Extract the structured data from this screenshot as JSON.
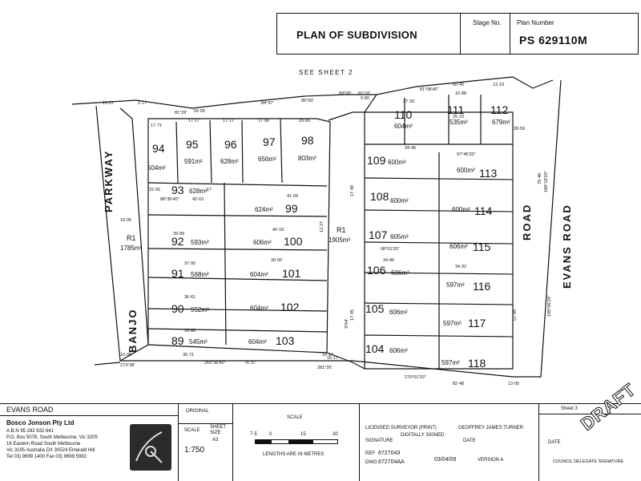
{
  "header": {
    "title": "PLAN OF SUBDIVISION",
    "stage_label": "Stage No.",
    "plan_number_label": "Plan Number",
    "plan_number": "PS 629110M",
    "see_sheet": "SEE SHEET 2"
  },
  "roads": {
    "parkway": "PARKWAY",
    "banjo": "BANJO",
    "road": "ROAD",
    "evans_road": "EVANS ROAD"
  },
  "reserves": [
    {
      "name": "R1",
      "area": "1785m²"
    },
    {
      "name": "R1",
      "area": "1905m²"
    }
  ],
  "lots": [
    {
      "n": "94",
      "area": "504m²"
    },
    {
      "n": "95",
      "area": "591m²"
    },
    {
      "n": "96",
      "area": "628m²"
    },
    {
      "n": "97",
      "area": "656m²"
    },
    {
      "n": "98",
      "area": "803m²"
    },
    {
      "n": "93",
      "area": "628m²"
    },
    {
      "n": "99",
      "area": "624m²"
    },
    {
      "n": "92",
      "area": "593m²"
    },
    {
      "n": "100",
      "area": "606m²"
    },
    {
      "n": "91",
      "area": "568m²"
    },
    {
      "n": "101",
      "area": "604m²"
    },
    {
      "n": "90",
      "area": "552m²"
    },
    {
      "n": "102",
      "area": "604m²"
    },
    {
      "n": "89",
      "area": "545m²"
    },
    {
      "n": "103",
      "area": "604m²"
    },
    {
      "n": "110",
      "area": "604m²"
    },
    {
      "n": "111",
      "area": "535m²"
    },
    {
      "n": "112",
      "area": "679m²"
    },
    {
      "n": "109",
      "area": "600m²"
    },
    {
      "n": "113",
      "area": "600m²"
    },
    {
      "n": "108",
      "area": "600m²"
    },
    {
      "n": "114",
      "area": "600m²"
    },
    {
      "n": "107",
      "area": "605m²"
    },
    {
      "n": "115",
      "area": "606m²"
    },
    {
      "n": "106",
      "area": "606m²"
    },
    {
      "n": "116",
      "area": "597m²"
    },
    {
      "n": "105",
      "area": "606m²"
    },
    {
      "n": "117",
      "area": "597m²"
    },
    {
      "n": "104",
      "area": "606m²"
    },
    {
      "n": "118",
      "area": "597m²"
    }
  ],
  "dims": {
    "d1": "15·07",
    "d2": "2·17",
    "d3": "81°29'",
    "d4": "52·05",
    "d5": "84°37'",
    "d6": "89°00'",
    "d7": "89°00'",
    "d8": "81°10'",
    "d9": "9·80",
    "d10": "81°08'40\"",
    "d11": "60·40",
    "d12": "13·19",
    "d13": "17·71",
    "d14": "17·17",
    "d15": "17·17",
    "d16": "17·06",
    "d17": "20·65",
    "d18": "27·33",
    "d19": "10·88",
    "d20": "25·23",
    "d21": "28·59",
    "d22": "88°36'40\"",
    "d23": "42·63",
    "d24": "41·59",
    "d25": "39·89",
    "d26": "40·18",
    "d27": "39·60",
    "d28": "37·95",
    "d29": "36·61",
    "d30": "35·86",
    "d31": "35·71",
    "d32": "15·05",
    "d33": "15·05",
    "d34": "273°38'",
    "d35": "260°36'40\"",
    "d36": "76·37",
    "d37": "16·17",
    "d38": "281°26'",
    "d39": "270°01'20\"",
    "d40": "82·48",
    "d41": "13·05",
    "d42": "97°46'20\"",
    "d43": "34·46",
    "d44": "98°01'20\"",
    "d45": "34·86",
    "d46": "34·32",
    "d47": "79·48",
    "d48": "188°18'20\"",
    "d49": "57·49",
    "d50": "188°06'20\"",
    "d51": "15·55",
    "d52": "17",
    "d53": "17·40",
    "d54": "17·45",
    "d55": "3°04'",
    "d56": "12·27",
    "d57": "16·17"
  },
  "footer": {
    "road_name": "EVANS ROAD",
    "company": "Bosco Jonson Pty Ltd",
    "abn": "A.B.N 95 282 632 641",
    "po_box": "P.O. Box 5078, South Melbourne, Vic 3205",
    "address": "16 Eastern Road South Melbourne",
    "address2": "Vic 3205 Australia DX 30524 Emerald Hill",
    "phone": "Tel 03) 9699 1400 Fax 03) 9699 5992",
    "original_label": "ORIGINAL",
    "scale_label": "SCALE",
    "sheet_size_label": "SHEET SIZE",
    "sheet_size": "A3",
    "scale": "1:750",
    "scale_bar_label": "SCALE",
    "scale_ticks": [
      "7·5",
      "0",
      "15",
      "30"
    ],
    "lengths": "LENGTHS ARE IN METRES",
    "surveyor_label": "LICENSED SURVEYOR (PRINT)",
    "surveyor_name": "GEOFFREY JAMES TURNER",
    "signature_label": "SIGNATURE",
    "signed": "DIGITALLY SIGNED",
    "date_label": "DATE",
    "ref_label": "REF",
    "ref": "6727043",
    "dwg_label": "DWG",
    "dwg": "672704AA",
    "date_value": "03/04/09",
    "version": "VERSION A",
    "sheet": "Sheet 3",
    "draft": "DRAFT",
    "council_date_label": "DATE",
    "council_label": "COUNCIL DELEGATE SIGNATURE"
  }
}
